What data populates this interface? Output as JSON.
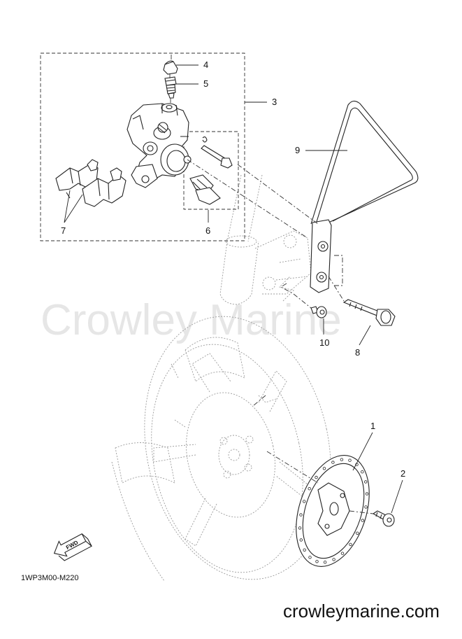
{
  "watermark": "Crowley Marine",
  "diagram_code": "1WP3M00-M220",
  "website": "crowleymarine.com",
  "fwd_label": "FWD",
  "callouts": {
    "c1": "1",
    "c2": "2",
    "c3": "3",
    "c4": "4",
    "c5": "5",
    "c6": "6",
    "c7": "7",
    "c8": "8",
    "c9": "9",
    "c10": "10"
  },
  "icons": {
    "fwd_arrow": "fwd-arrow-icon"
  }
}
